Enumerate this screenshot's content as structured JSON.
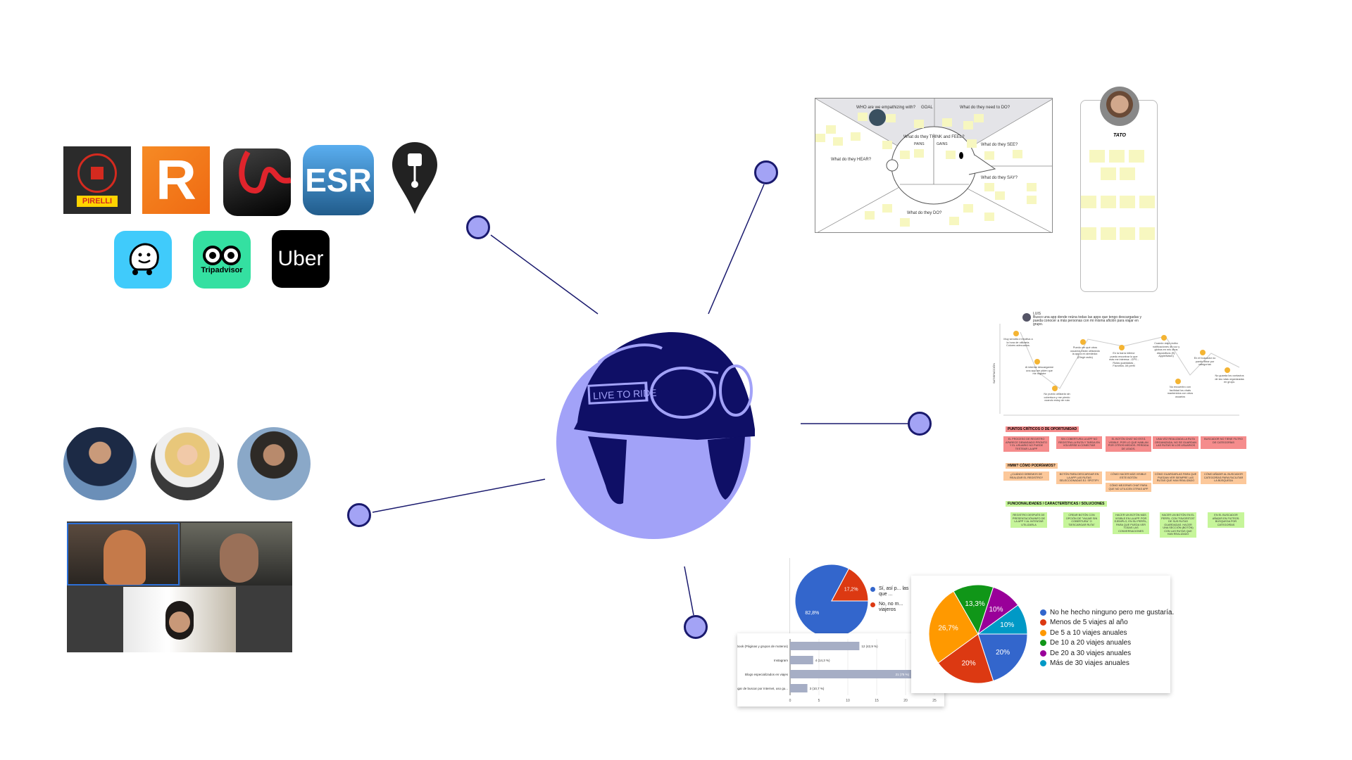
{
  "apps": {
    "pirelli": "PIRELLI",
    "tripadvisor": "Tripadvisor",
    "uber": "Uber",
    "esr": "ESR",
    "r": "R"
  },
  "logo": {
    "band_text": "LIVE TO RIDE"
  },
  "empathy_map": {
    "who": "WHO are we empathizing with?",
    "goal": "GOAL",
    "need": "What do they need to DO?",
    "think": "What do they THINK and FEEL?",
    "pains": "PAINS",
    "gains": "GAINS",
    "see": "What do they SEE?",
    "hear": "What do they HEAR?",
    "say": "What do they SAY?",
    "do": "What do they DO?"
  },
  "persona": {
    "name": "TATO"
  },
  "journey": {
    "user": "LUIS",
    "quote": "Busco una app donde reúna todas las apps que tengo descargadas y pueda conocer a más personas con mi misma afición para viajar en grupo.",
    "axis": "SATISFACCIÓN",
    "points": [
      "Muy sencilla e intuitiva a la hora de utilizarla. Colores adecuados.",
      "Al intentar descargarme una app me piden que me registre",
      "No puedo utilizarla sin cobertura y me pierdo cuando estoy de ruta",
      "Puedo ver qué otros usuarios están utilizando la app a mi alrededor. (Elegir radio)",
      "En la barra inferior puedo encontrar lo que más me interesa: -GPS -Rutas guardadas -Favoritos -Mi perfil",
      "Cuando viajo recibo notificaciones de voz y globos en mis otros dispositivos (Ej: AppleWatch)",
      "No encuentro con facilidad los chats mantenidos con otros usuarios",
      "En el buscador no puedo filtrar por categorías",
      "No guarda los contactos de las rutas organizadas en grupo."
    ]
  },
  "board": {
    "critical_heading": "PUNTOS CRÍTICOS O DE OPORTUNIDAD",
    "critical": [
      "EL PROCESO DE REGISTRO APARECE DEMASIADO PRONTO Y EL USUARIO NO PUEDE TESTEAR LA APP",
      "SIN COBERTURA LA APP NO REGISTRA LA RUTA Y TARDA EN VOLVERSE A CONECTAR",
      "EL BOTÓN CHAT NO ESTÁ VISIBLE, POR LO QUE HABLAN POR OTROS MEDIOS. PÉRDIDA DE LEADS.",
      "UNA VEZ REALIZADA LA RUTA ORGANIZADA, NO SE GUARDAN LAS RUTAS NI LOS USUARIOS",
      "BUSCADOR NO TIENE FILTRO DE CATEGORÍAS"
    ],
    "hmw_heading": "HMW? CÓMO PODRÍAMOS?",
    "hmw": [
      "¿CUÁNDO DEBEMOS DE REALIZAR EL REGISTRO?",
      "BOTÓN PARA DESCARGAR EN LA APP LAS RUTAS SELECCIONADAS EJ: SPOTIFY",
      "CÓMO HACER MÁS VISIBLE ESTE BOTÓN",
      "CÓMO GUARDARLAS PARA QUE PUEDAN VER SIEMPRE LAS RUTAS QUE HAN REALIZADO",
      "CÓMO AÑADIR AL BUSCADOR CATEGORÍAS PARA FACILITAR LA BÚSQUEDA",
      "CÓMO MEJORAR CHAT PARA QUE NO UTILICEN OTRAS APP"
    ],
    "solutions_heading": "FUNCIONALIDADES / CARACTERÍSTICAS / SOLUCIONES",
    "solutions": [
      "REGISTRO DESPUÉS DE PRESENTACIÓN/INFO DE LA APP Y AL INTENTAR UTILIZARLA",
      "CREAR BOTÓN CON OPCIÓN DE \"VIAJAR SIN COBERTURA\" O \"DESCARGAR RUTA\"",
      "HACER UN BOTÓN MÁS VISIBLE EN LA APP. POR EJEMPLO, EN SU PERFIL, PARA QUE PUEDA VER TODAS LAS CONVERSACIONES",
      "HACER UN BOTÓN EN EL PERFIL CON \"FAVORITOS\" DE SUS RUTAS GUARDADAS. HACER UNA SECCIÓN (BOTÓN) CON LAS RUTAS QUE HAN REALIZADO",
      "EN EL BUSCADOR AÑADIR EN FILTROS: BÚSQUEDA POR CATEGORÍAS"
    ]
  },
  "chart_data": [
    {
      "type": "pie",
      "labels": [
        "Sí, así p... las que ...",
        "No, no m... viajeros"
      ],
      "values": [
        82.8,
        17.2
      ],
      "value_labels": [
        "82,8%",
        "17,2%"
      ],
      "colors": [
        "#3366cc",
        "#dc3912"
      ]
    },
    {
      "type": "bar",
      "orientation": "horizontal",
      "categories": [
        "Facebook (Páginas y grupos de moteros)",
        "Instagram",
        "Blogs especializados en viajes",
        "En lugar de buscar por Internet, uso gu..."
      ],
      "values": [
        12,
        4,
        21,
        3
      ],
      "data_labels": [
        "12 (42,9 %)",
        "4 (14,3 %)",
        "21 (75 %)",
        "3 (10,7 %)"
      ],
      "xlim": [
        0,
        25
      ],
      "xticks": [
        "0",
        "5",
        "10",
        "15",
        "20",
        "25"
      ],
      "color": "#a6aec5"
    },
    {
      "type": "pie",
      "labels": [
        "No he hecho ninguno pero me gustaría.",
        "Menos de 5 viajes al año",
        "De 5 a 10 viajes anuales",
        "De 10 a 20 viajes anuales",
        "De 20 a 30 viajes anuales",
        "Más de 30 viajes anuales"
      ],
      "values": [
        20,
        20,
        26.7,
        13.3,
        10,
        10
      ],
      "value_labels": [
        "20%",
        "20%",
        "26,7%",
        "13,3%",
        "10%",
        "10%"
      ],
      "colors": [
        "#3366cc",
        "#dc3912",
        "#ff9900",
        "#109618",
        "#990099",
        "#0099c6"
      ],
      "legend": "right"
    }
  ]
}
